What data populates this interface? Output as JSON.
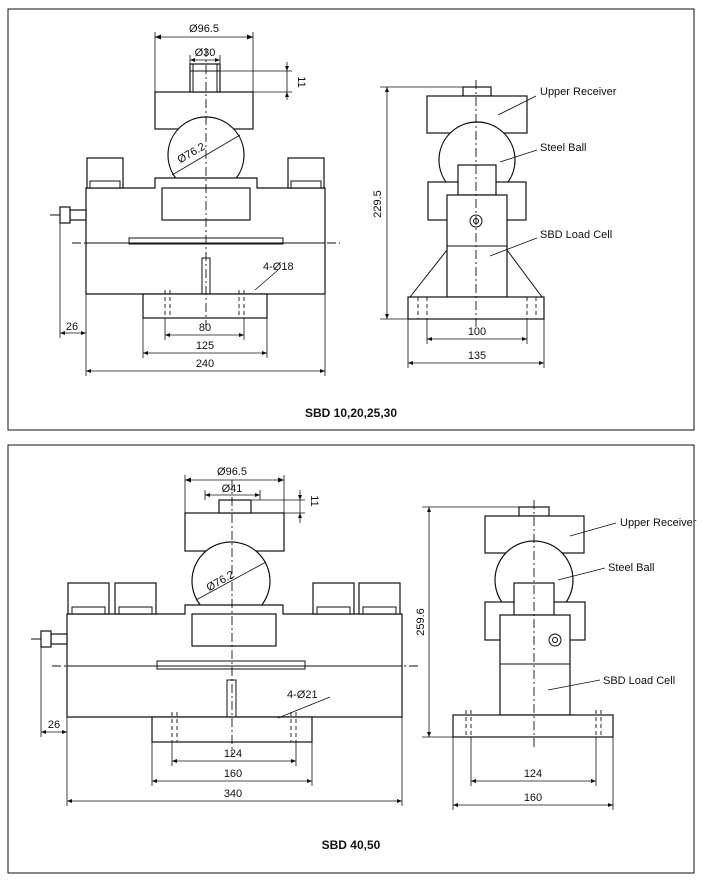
{
  "diagrams": [
    {
      "caption": "SBD 10,20,25,30",
      "front": {
        "top_dia": "Ø96.5",
        "bolt_dia": "Ø30",
        "bolt_height": "11",
        "ball_dia": "Ø76.2",
        "holes": "4-Ø18",
        "offset": "26",
        "dim_inner": "80",
        "dim_mid": "125",
        "dim_total": "240"
      },
      "side": {
        "height": "229.5",
        "upper_receiver": "Upper Receiver",
        "steel_ball": "Steel Ball",
        "load_cell": "SBD Load Cell",
        "dim_inner": "100",
        "dim_total": "135"
      }
    },
    {
      "caption": "SBD 40,50",
      "front": {
        "top_dia": "Ø96.5",
        "bolt_dia": "Ø41",
        "bolt_height": "11",
        "ball_dia": "Ø76.2",
        "holes": "4-Ø21",
        "offset": "26",
        "dim_inner": "124",
        "dim_mid": "160",
        "dim_total": "340"
      },
      "side": {
        "height": "259.6",
        "upper_receiver": "Upper Receiver",
        "steel_ball": "Steel Ball",
        "load_cell": "SBD Load Cell",
        "dim_inner": "124",
        "dim_total": "160"
      }
    }
  ]
}
